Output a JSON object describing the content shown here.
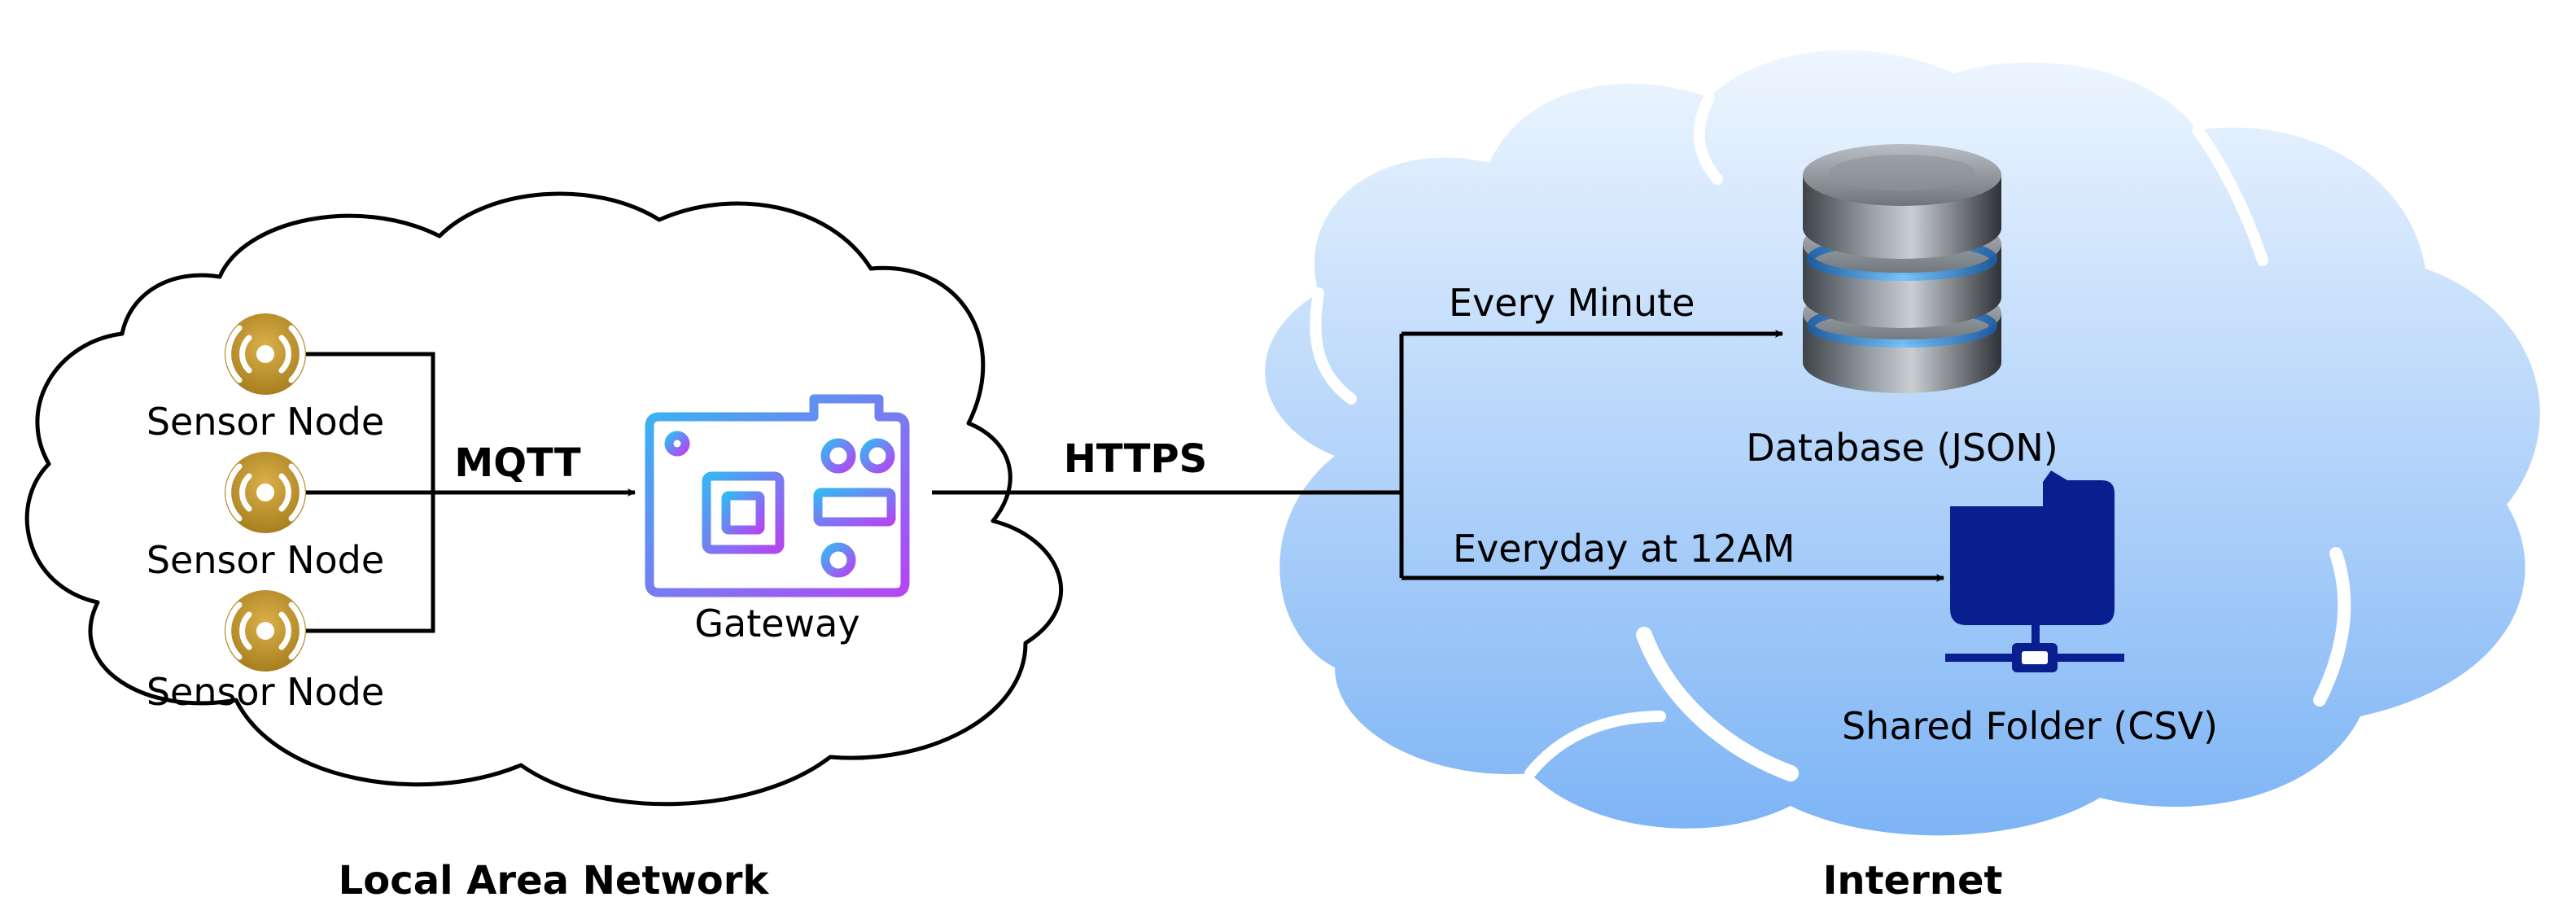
{
  "lan": {
    "caption": "Local Area Network",
    "sensor_nodes": [
      {
        "label": "Sensor Node",
        "icon": "sensor-node-icon"
      },
      {
        "label": "Sensor Node",
        "icon": "sensor-node-icon"
      },
      {
        "label": "Sensor Node",
        "icon": "sensor-node-icon"
      }
    ],
    "gateway": {
      "label": "Gateway",
      "icon": "gateway-board-icon"
    },
    "protocol_label": "MQTT"
  },
  "link": {
    "protocol_label": "HTTPS"
  },
  "internet": {
    "caption": "Internet",
    "database": {
      "label": "Database (JSON)",
      "schedule": "Every Minute",
      "icon": "database-icon"
    },
    "shared_folder": {
      "label": "Shared Folder (CSV)",
      "schedule": "Everyday at 12AM",
      "icon": "network-folder-icon"
    }
  },
  "colors": {
    "sensor_gold": "#B8902C",
    "gateway_gradient_start": "#3FA9F5",
    "gateway_gradient_end": "#B14BF4",
    "cloud_top": "#EAF4FF",
    "cloud_bottom": "#7FB6F6",
    "folder_navy": "#0A1F8F",
    "line": "#000000"
  }
}
